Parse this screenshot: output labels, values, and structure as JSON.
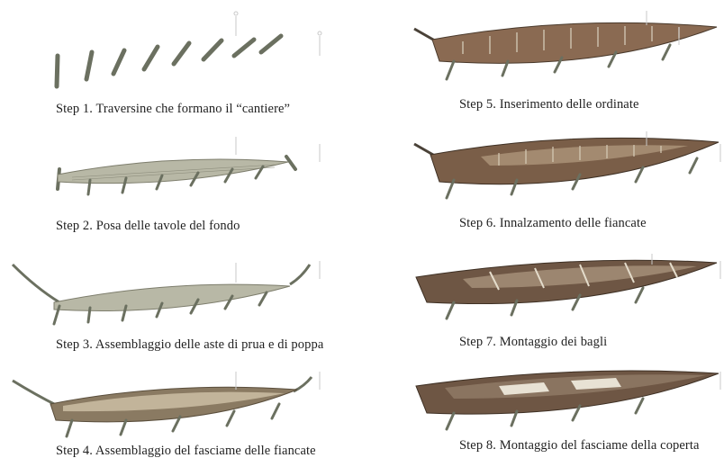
{
  "steps": [
    {
      "caption": "Step 1. Traversine che formano il “cantiere”"
    },
    {
      "caption": "Step 2. Posa delle tavole del fondo"
    },
    {
      "caption": "Step 3. Assemblaggio delle aste di prua e di poppa"
    },
    {
      "caption": "Step 4. Assemblaggio del fasciame delle fiancate"
    },
    {
      "caption": "Step 5. Inserimento delle ordinate"
    },
    {
      "caption": "Step 6. Innalzamento delle fiancate"
    },
    {
      "caption": "Step 7. Montaggio dei bagli"
    },
    {
      "caption": "Step 8. Montaggio del fasciame della coperta"
    }
  ]
}
